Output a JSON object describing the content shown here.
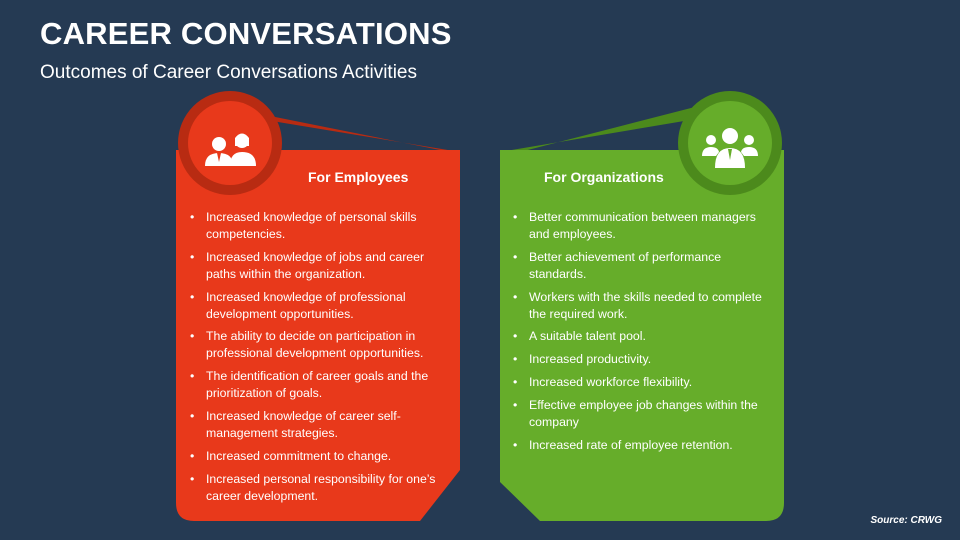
{
  "header": {
    "title": "CAREER CONVERSATIONS",
    "subtitle": "Outcomes of Career Conversations Activities"
  },
  "colors": {
    "background": "#253a53",
    "employees": "#e8391b",
    "employees_dark": "#b82b12",
    "organizations": "#66ad2a",
    "organizations_dark": "#4c8a1c"
  },
  "employees": {
    "icon": "two-people-icon",
    "title": "For Employees",
    "items": [
      "Increased knowledge of personal skills competencies.",
      "Increased knowledge of jobs and career paths within the organization.",
      "Increased knowledge of professional development opportunities.",
      "The ability to decide on participation in professional development opportunities.",
      "The identification of career goals and the prioritization of goals.",
      "Increased knowledge of career self-management strategies.",
      "Increased commitment to change.",
      "Increased personal responsibility for one’s career development."
    ]
  },
  "organizations": {
    "icon": "team-icon",
    "title": "For Organizations",
    "items": [
      "Better communication between managers and employees.",
      "Better achievement of performance standards.",
      "Workers with the skills needed to complete the required work.",
      "A suitable talent pool.",
      "Increased productivity.",
      "Increased workforce flexibility.",
      "Effective employee job changes within the company",
      "Increased rate of employee retention."
    ]
  },
  "footer": {
    "source": "Source: CRWG"
  }
}
